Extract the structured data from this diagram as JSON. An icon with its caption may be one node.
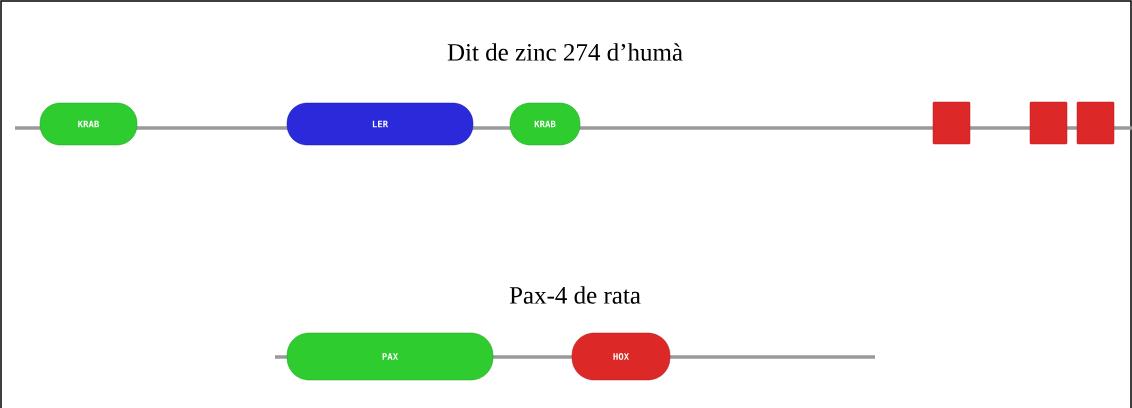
{
  "diagram": {
    "nodes": [
      {
        "text": [
          "KRAB"
        ]
      },
      {
        "text": [
          "LER"
        ]
      },
      {
        "text": [
          "KRAB"
        ]
      },
      {
        "text": [],
        "shape": "box"
      },
      {
        "text": [],
        "shape": "box"
      },
      {
        "text": [],
        "shape": "box"
      },
      {
        "text": [
          "PAX"
        ]
      },
      {
        "text": [
          "HOX"
        ]
      }
    ],
    "labels": [
      "Dit de zinc 274 d’humà",
      "Pax-4 de rata"
    ]
  }
}
